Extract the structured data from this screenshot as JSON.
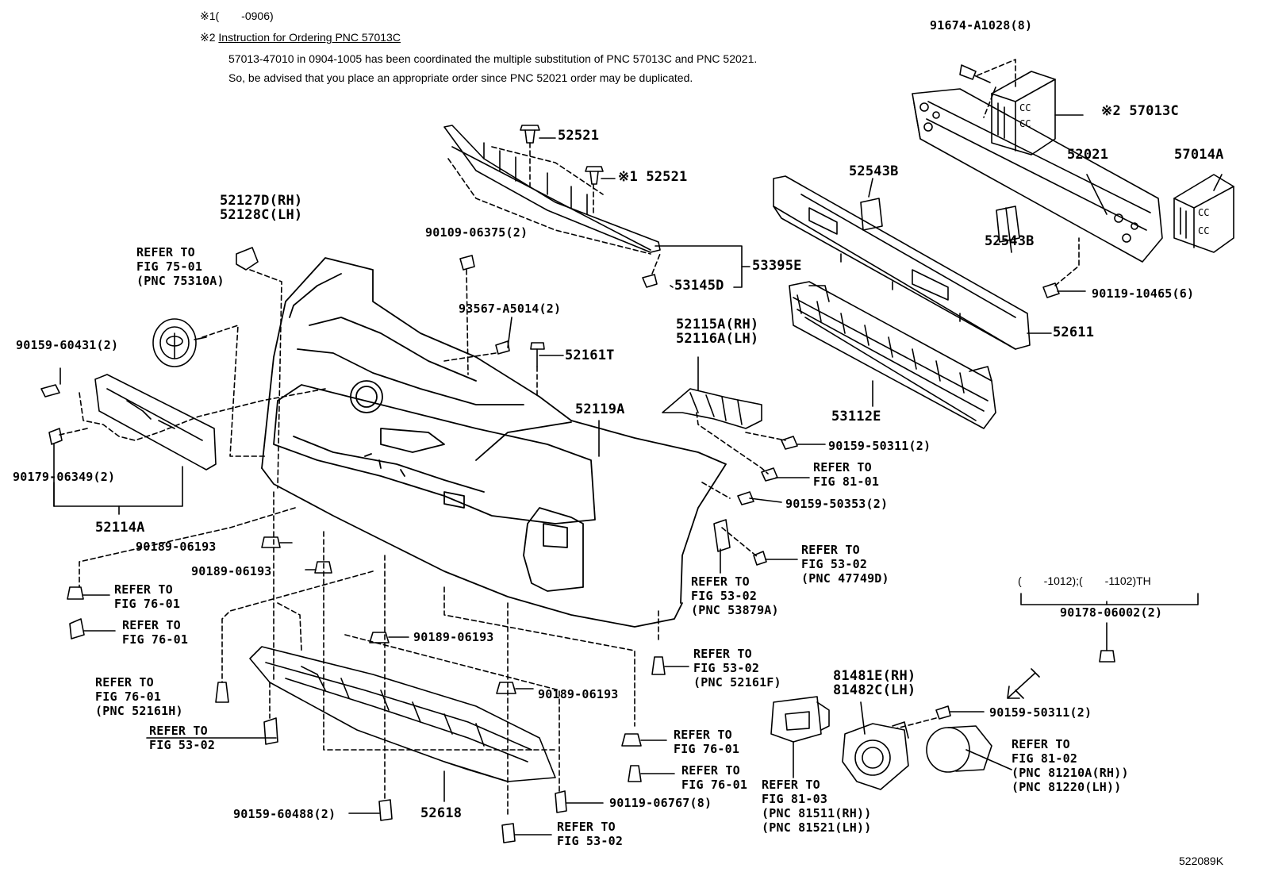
{
  "notes": {
    "line1": "※1(　　-0906)",
    "line2_prefix": "※2 ",
    "line2_title": "Instruction for Ordering PNC 57013C",
    "line3": "57013-47010 in 0904-1005 has been coordinated the multiple substitution of PNC 57013C and PNC 52021.",
    "line4": "So, be advised that you place an appropriate order since PNC 52021 order may be duplicated."
  },
  "labels": {
    "p91674": "91674-A1028(8)",
    "p57013C": "※2 57013C",
    "p52521a": "52521",
    "p52521b": "※1 52521",
    "p52021": "52021",
    "p57014A": "57014A",
    "p52543B_a": "52543B",
    "p52543B_b": "52543B",
    "p52127": [
      "52127D(RH)",
      "52128C(LH)"
    ],
    "refer7501": [
      "REFER TO",
      "FIG 75-01",
      "(PNC 75310A)"
    ],
    "p90109": "90109-06375(2)",
    "p53395E": "53395E",
    "p53145D": "53145D",
    "p90119a": "90119-10465(6)",
    "p52611": "52611",
    "p93567": "93567-A5014(2)",
    "p90159a": "90159-60431(2)",
    "p52161T": "52161T",
    "p52115": [
      "52115A(RH)",
      "52116A(LH)"
    ],
    "p53112E": "53112E",
    "p52119A": "52119A",
    "p90159b": "90159-50311(2)",
    "refer8101": [
      "REFER TO",
      "FIG 81-01"
    ],
    "p90179": "90179-06349(2)",
    "p90159c": "90159-50353(2)",
    "p52114A": "52114A",
    "p90189a": "90189-06193",
    "p90189b": "90189-06193",
    "refer5302a": [
      "REFER TO",
      "FIG 53-02",
      "(PNC 47749D)"
    ],
    "refer7601a": [
      "REFER TO",
      "FIG 76-01"
    ],
    "refer5302b": [
      "REFER TO",
      "FIG 53-02",
      "(PNC 53879A)"
    ],
    "refer7601b": [
      "REFER TO",
      "FIG 76-01"
    ],
    "th_range": "(　　-1012);(　　-1102)TH",
    "p90178": "90178-06002(2)",
    "p90189c": "90189-06193",
    "refer5302c": [
      "REFER TO",
      "FIG 53-02",
      "(PNC 52161F)"
    ],
    "refer7601c": [
      "REFER TO",
      "FIG 76-01",
      "(PNC 52161H)"
    ],
    "p81481": [
      "81481E(RH)",
      "81482C(LH)"
    ],
    "p90189d": "90189-06193",
    "p90159d": "90159-50311(2)",
    "refer5302d": [
      "REFER TO",
      "FIG 53-02"
    ],
    "refer7601d": [
      "REFER TO",
      "FIG 76-01"
    ],
    "refer8102": [
      "REFER TO",
      "FIG 81-02",
      "(PNC 81210A(RH))",
      "(PNC 81220(LH))"
    ],
    "refer7601e": "REFER TO",
    "refer7601e2": "FIG 76-01",
    "refer8103": [
      "REFER TO",
      "FIG 81-03",
      "(PNC 81511(RH))",
      "(PNC 81521(LH))"
    ],
    "p90119b": "90119-06767(8)",
    "p90159e": "90159-60488(2)",
    "p52618": "52618",
    "refer5302e": [
      "REFER TO",
      "FIG 53-02"
    ],
    "figure_id": "522089K"
  },
  "colors": {
    "ink": "#000000",
    "paper": "#ffffff"
  }
}
